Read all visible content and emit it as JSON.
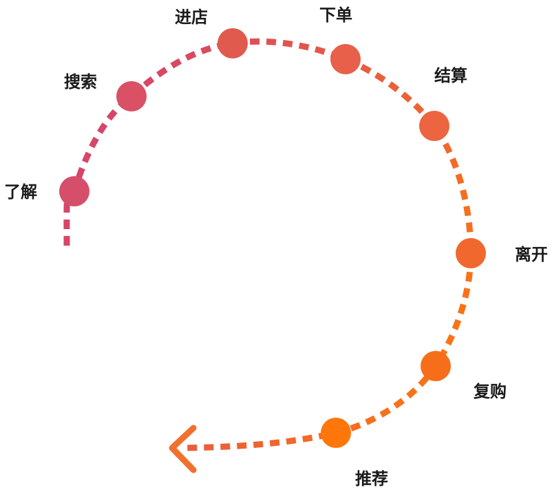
{
  "diagram": {
    "steps": [
      {
        "id": "understand",
        "label": "了解"
      },
      {
        "id": "search",
        "label": "搜索"
      },
      {
        "id": "enter-store",
        "label": "进店"
      },
      {
        "id": "place-order",
        "label": "下单"
      },
      {
        "id": "checkout",
        "label": "结算"
      },
      {
        "id": "leave",
        "label": "离开"
      },
      {
        "id": "repurchase",
        "label": "复购"
      },
      {
        "id": "recommend",
        "label": "推荐"
      }
    ],
    "colors": {
      "start": "#d6456a",
      "end": "#ff7a0a"
    },
    "flow_direction": "clockwise",
    "ending": "arrowhead"
  }
}
